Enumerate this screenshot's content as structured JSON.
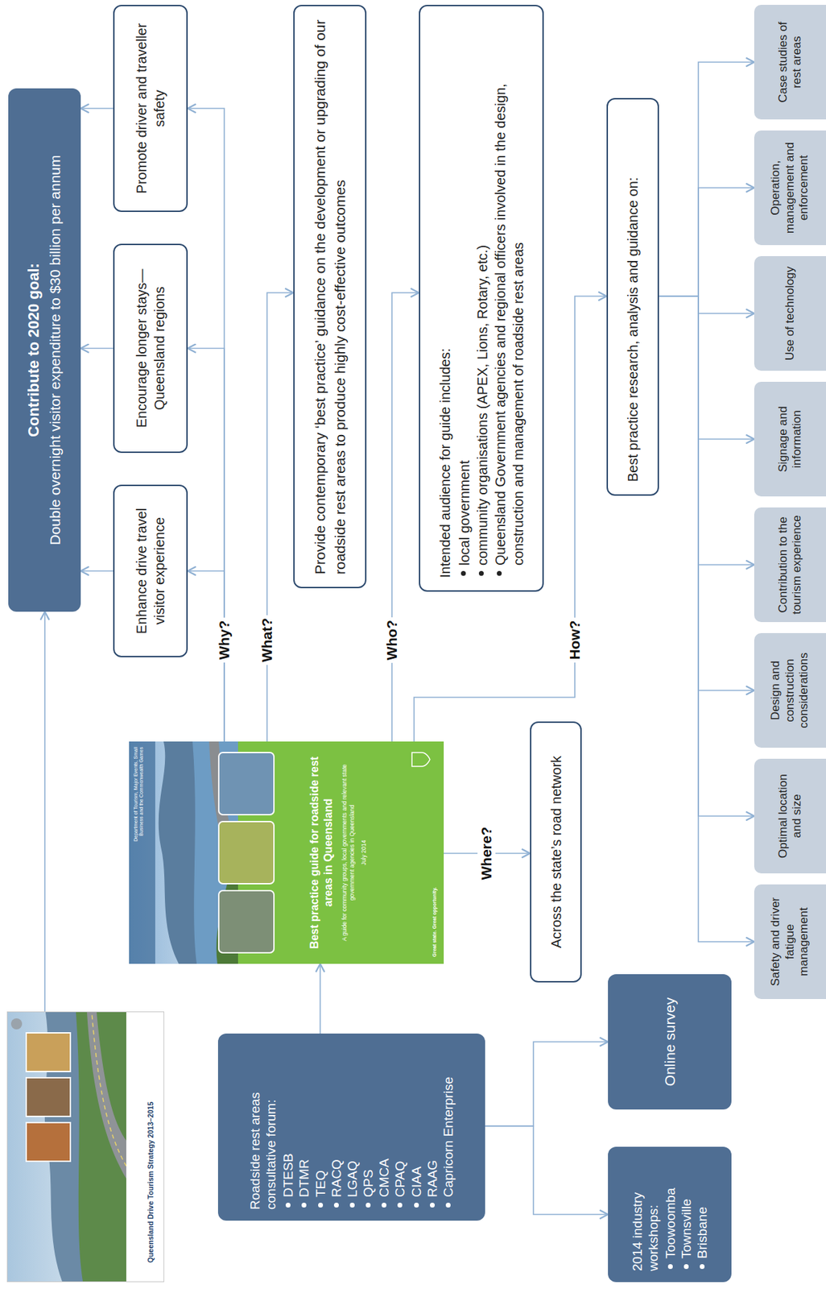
{
  "diagram": {
    "nodes": [
      {
        "text": [
          "Queensland Drive Tourism Strategy 2013–2015"
        ]
      },
      {
        "text": [
          "Contribute to 2020 goal:",
          "Double overnight visitor expenditure to $30 billion per annum"
        ]
      },
      {
        "text": [
          "Enhance drive travel visitor experience"
        ]
      },
      {
        "text": [
          "Encourage longer stays—Queensland regions"
        ]
      },
      {
        "text": [
          "Promote driver and traveller safety"
        ]
      },
      {
        "text": [
          "Department of Tourism, Major Events, Small Business and the Commonwealth Games",
          "Best practice guide for roadside rest areas in Queensland",
          "A guide for community groups, local governments and relevant state government agencies in Queensland",
          "July 2014",
          "Great state. Great opportunity."
        ]
      },
      {
        "text": [
          "Provide contemporary ‘best practice’ guidance on the development or upgrading of our roadside rest areas to produce highly cost-effective outcomes"
        ]
      },
      {
        "text": [
          "Intended audience for guide includes:",
          "local government",
          "community organisations (APEX, Lions, Rotary, etc.)",
          "Queensland Government agencies and regional officers involved in the design, construction and management of roadside rest areas"
        ]
      },
      {
        "text": [
          "Best practice research, analysis and guidance on:"
        ]
      },
      {
        "text": [
          "Across the state’s road network"
        ]
      },
      {
        "text": [
          "Roadside rest areas consultative forum:",
          "DTESB",
          "DTMR",
          "TEQ",
          "RACQ",
          "LGAQ",
          "QPS",
          "CMCA",
          "CPAQ",
          "CIAA",
          "RAAG",
          "Capricorn Enterprise"
        ]
      },
      {
        "text": [
          "Online survey"
        ]
      },
      {
        "text": [
          "2014 industry workshops:",
          "Toowoomba",
          "Townsville",
          "Brisbane"
        ]
      },
      {
        "text": [
          "Safety and driver fatigue management"
        ]
      },
      {
        "text": [
          "Optimal location and size"
        ]
      },
      {
        "text": [
          "Design and construction considerations"
        ]
      },
      {
        "text": [
          "Contribution to the tourism experience"
        ]
      },
      {
        "text": [
          "Signage and information"
        ]
      },
      {
        "text": [
          "Use of technology"
        ]
      },
      {
        "text": [
          "Operation, management and enforcement"
        ]
      },
      {
        "text": [
          "Case studies of rest areas"
        ]
      }
    ],
    "edges": [
      {
        "from": 0,
        "to": 1,
        "arrow": "to"
      },
      {
        "from": 5,
        "to": 2,
        "label": "Why?",
        "arrow": "to"
      },
      {
        "from": 5,
        "to": 3,
        "arrow": "to"
      },
      {
        "from": 5,
        "to": 4,
        "arrow": "to"
      },
      {
        "from": 2,
        "to": 1,
        "arrow": "to"
      },
      {
        "from": 3,
        "to": 1,
        "arrow": "to"
      },
      {
        "from": 4,
        "to": 1,
        "arrow": "to"
      },
      {
        "from": 5,
        "to": 6,
        "label": "What?",
        "arrow": "to"
      },
      {
        "from": 5,
        "to": 7,
        "label": "Who?",
        "arrow": "to"
      },
      {
        "from": 5,
        "to": 8,
        "label": "How?",
        "arrow": "to"
      },
      {
        "from": 5,
        "to": 9,
        "label": "Where?",
        "arrow": "to"
      },
      {
        "from": 10,
        "to": 5,
        "arrow": "to"
      },
      {
        "from": 10,
        "to": 11,
        "arrow": "to"
      },
      {
        "from": 10,
        "to": 12,
        "arrow": "to"
      },
      {
        "from": 8,
        "to": 13,
        "arrow": "to"
      },
      {
        "from": 8,
        "to": 14,
        "arrow": "to"
      },
      {
        "from": 8,
        "to": 15,
        "arrow": "to"
      },
      {
        "from": 8,
        "to": 16,
        "arrow": "to"
      },
      {
        "from": 8,
        "to": 17,
        "arrow": "to"
      },
      {
        "from": 8,
        "to": 18,
        "arrow": "to"
      },
      {
        "from": 8,
        "to": 19,
        "arrow": "to"
      },
      {
        "from": 8,
        "to": 20,
        "arrow": "to"
      }
    ]
  }
}
